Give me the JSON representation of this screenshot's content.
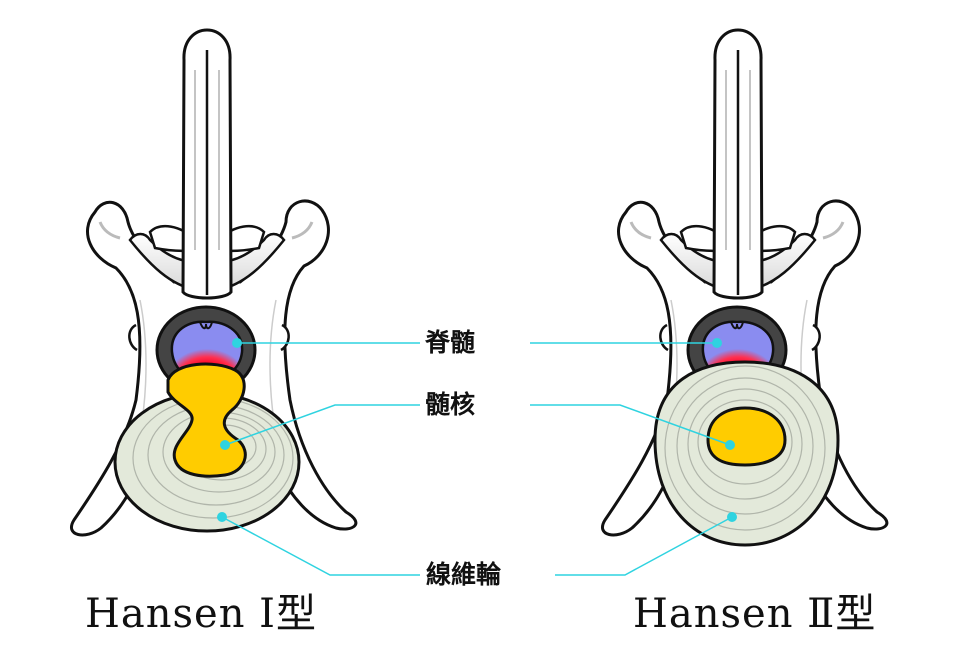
{
  "labels": {
    "spinal_cord": "脊髄",
    "nucleus_pulposus": "髄核",
    "annulus_fibrosus": "線維輪"
  },
  "titles": {
    "type1": "Hansen Ⅰ型",
    "type2": "Hansen Ⅱ型"
  },
  "colors": {
    "leader_line": "#2fd3e0",
    "nucleus": "#ffcc00",
    "spinal_cord": "#8a8cf0",
    "compression": "#ff0022",
    "disc": "#e3e9da",
    "canal": "#444444"
  }
}
